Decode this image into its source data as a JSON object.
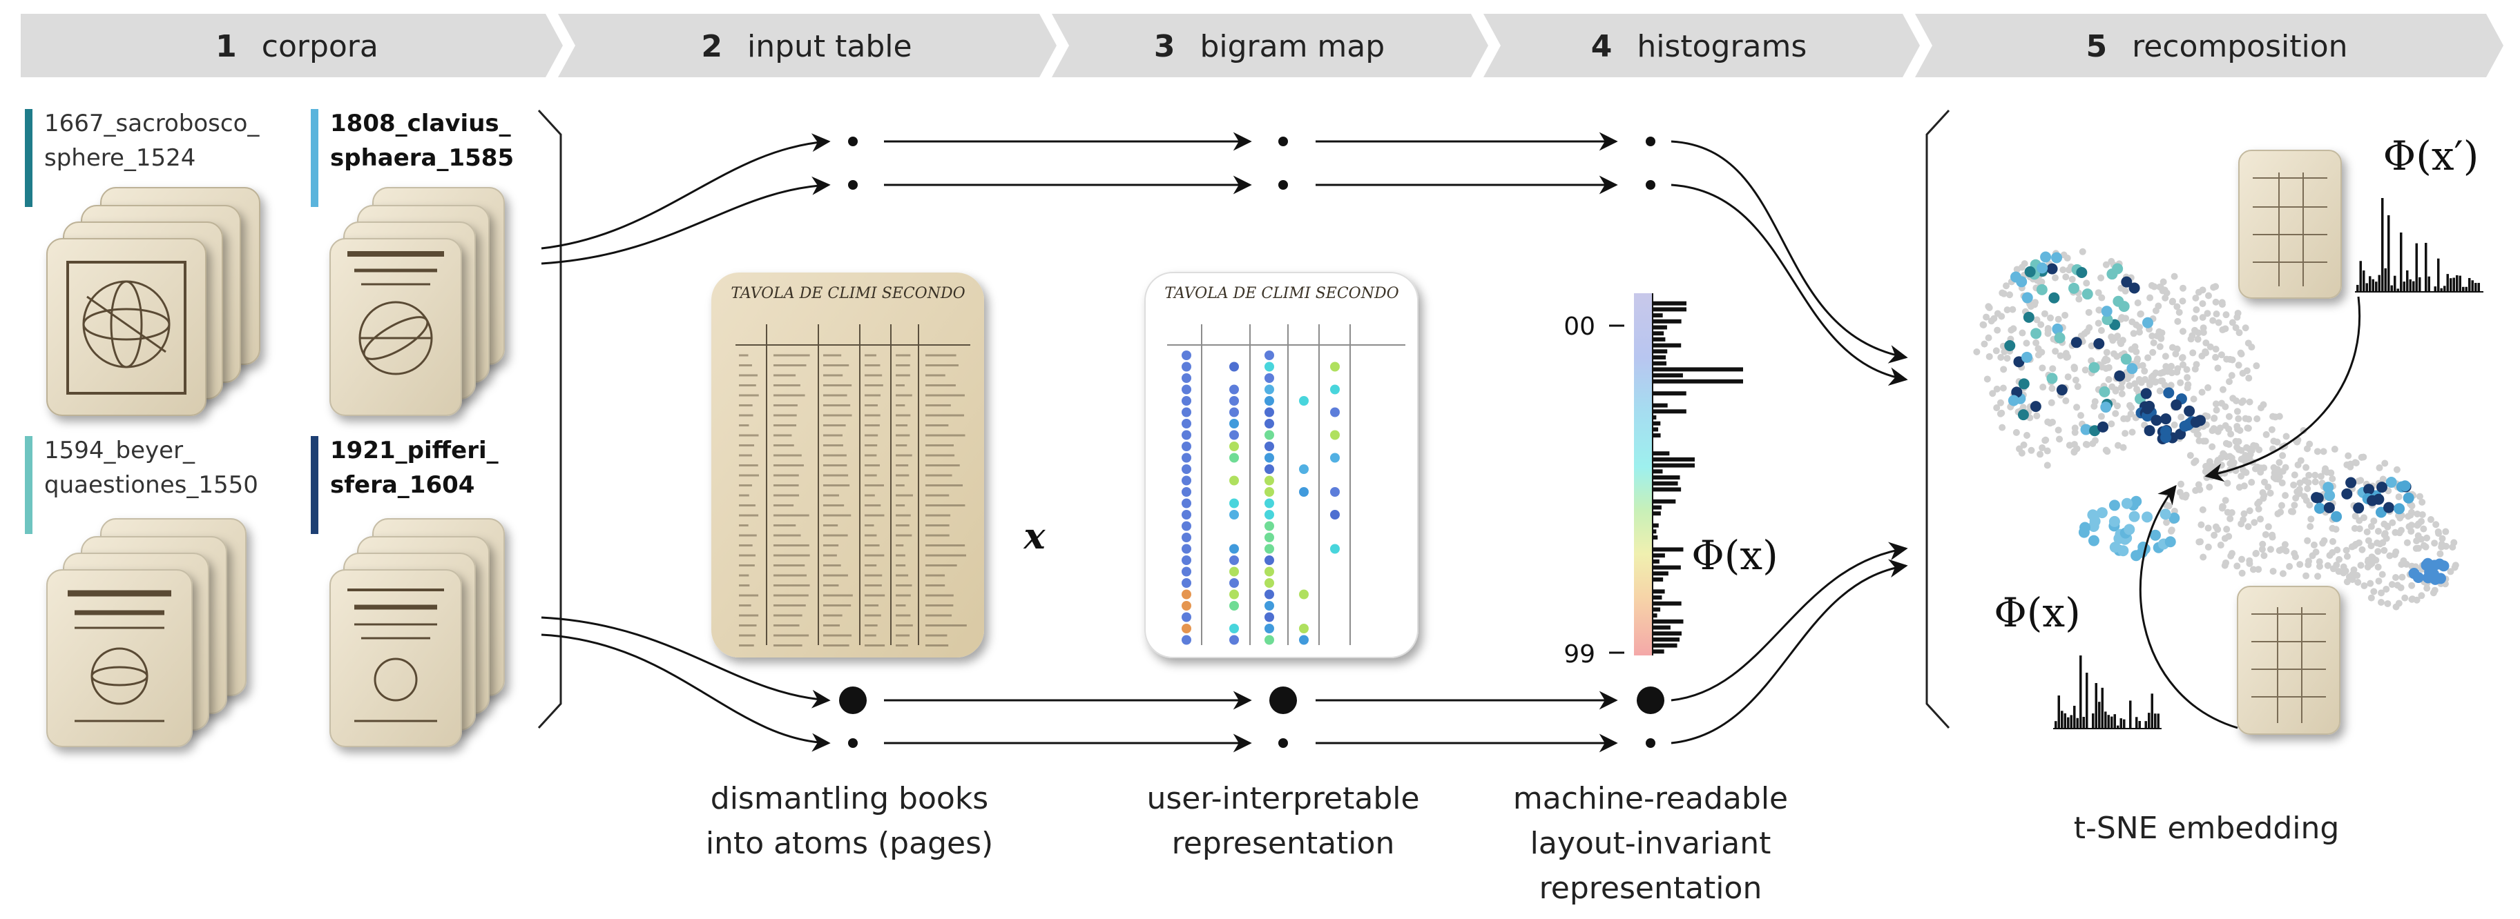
{
  "banner": {
    "steps": [
      {
        "num": "1",
        "label": "corpora"
      },
      {
        "num": "2",
        "label": "input table"
      },
      {
        "num": "3",
        "label": "bigram map"
      },
      {
        "num": "4",
        "label": "histograms"
      },
      {
        "num": "5",
        "label": "recomposition"
      }
    ]
  },
  "corpora": {
    "books": [
      {
        "line1": "1667_sacrobosco_",
        "line2": "sphere_1524",
        "bold": false,
        "color": "#1f7c8a"
      },
      {
        "line1": "1808_clavius_",
        "line2": "sphaera_1585",
        "bold": true,
        "color": "#5ab4dc"
      },
      {
        "line1": "1594_beyer_",
        "line2": "quaestiones_1550",
        "bold": false,
        "color": "#6ec4c0"
      },
      {
        "line1": "1921_pifferi_",
        "line2": "sfera_1604",
        "bold": true,
        "color": "#1d3f73"
      }
    ]
  },
  "input_table": {
    "caption_line1": "dismantling books",
    "caption_line2": "into atoms (pages)",
    "variable": "x"
  },
  "bigram_map": {
    "caption_line1": "user-interpretable",
    "caption_line2": "representation"
  },
  "histograms": {
    "tick_top": "00",
    "tick_bottom": "99",
    "phi_label": "Φ(x)",
    "caption_line1": "machine-readable",
    "caption_line2": "layout-invariant",
    "caption_line3": "representation"
  },
  "recomposition": {
    "phi_prime_label": "Φ(x′)",
    "phi_label": "Φ(x)",
    "caption": "t-SNE embedding"
  },
  "scan": {
    "title": "TAVOLA DE CLIMI SECONDO"
  },
  "colors": {
    "banner": "#dcdcdc",
    "highlight_dark": "#18386b",
    "highlight_light": "#62b6dd",
    "embedding_grey": "#cfcfcf"
  }
}
